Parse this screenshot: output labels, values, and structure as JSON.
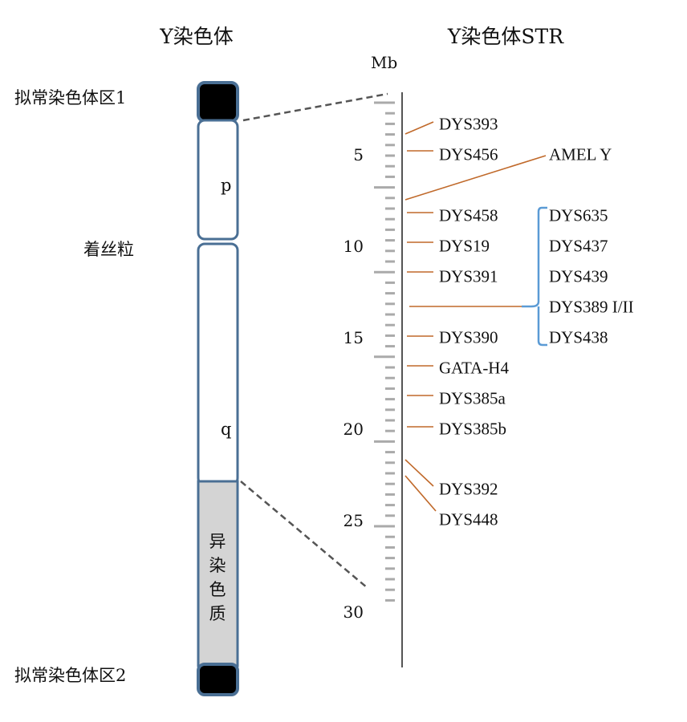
{
  "titles": {
    "left": "Y染色体",
    "right": "Y染色体STR"
  },
  "axis": {
    "unit": "Mb",
    "ticks": [
      "5",
      "10",
      "15",
      "20",
      "25",
      "30"
    ]
  },
  "chromosome": {
    "par1": "拟常染色体区1",
    "centromere": "着丝粒",
    "par2": "拟常染色体区2",
    "p_arm": "p",
    "q_arm": "q",
    "heterochromatin": "异染色质"
  },
  "markers": [
    "DYS393",
    "DYS456",
    "DYS458",
    "DYS19",
    "DYS391",
    "DYS390",
    "GATA-H4",
    "DYS385a",
    "DYS385b",
    "DYS392",
    "DYS448"
  ],
  "amel": "AMEL Y",
  "cluster": [
    "DYS635",
    "DYS437",
    "DYS439",
    "DYS389 I/II",
    "DYS438"
  ],
  "colors": {
    "marker_line": "#c0692a",
    "bracket": "#5b9bd5",
    "chrom_border": "#4a6f94",
    "hetero": "#d4d4d4"
  }
}
